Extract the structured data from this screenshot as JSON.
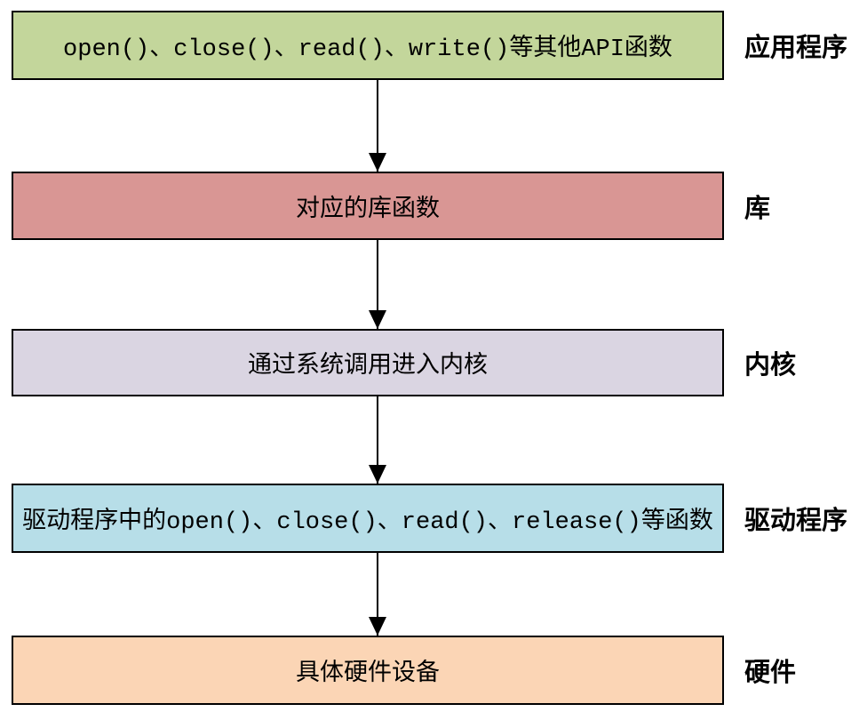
{
  "diagram": {
    "description": "Linux device driver call flow diagram",
    "arrow_color": "#000000",
    "border_color": "#000000",
    "background_color": "#ffffff",
    "layers": [
      {
        "id": "application",
        "box_text": "open()、close()、read()、write()等其他API函数",
        "label": "应用程序",
        "fill": "#C3D69B"
      },
      {
        "id": "library",
        "box_text": "对应的库函数",
        "label": "库",
        "fill": "#D99694"
      },
      {
        "id": "kernel",
        "box_text": "通过系统调用进入内核",
        "label": "内核",
        "fill": "#DAD5E2"
      },
      {
        "id": "driver",
        "box_text": "驱动程序中的open()、close()、read()、release()等函数",
        "label": "驱动程序",
        "fill": "#B7DEE8"
      },
      {
        "id": "hardware",
        "box_text": "具体硬件设备",
        "label": "硬件",
        "fill": "#FBD5B5"
      }
    ]
  }
}
